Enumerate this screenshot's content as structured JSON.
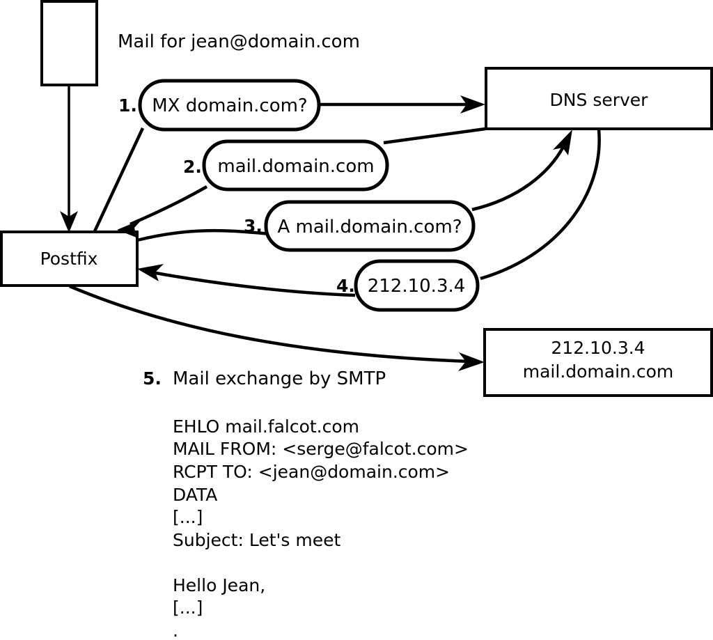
{
  "diagram": {
    "title_note": "Mail for jean@domain.com",
    "nodes": [
      {
        "id": "mail-client",
        "label": ""
      },
      {
        "id": "postfix",
        "label": "Postfix"
      },
      {
        "id": "dns-server",
        "label": "DNS server"
      },
      {
        "id": "remote-mail-server",
        "line1": "212.10.3.4",
        "line2": "mail.domain.com"
      }
    ],
    "steps": [
      {
        "num": "1.",
        "label": "MX domain.com?"
      },
      {
        "num": "2.",
        "label": "mail.domain.com"
      },
      {
        "num": "3.",
        "label": "A mail.domain.com?"
      },
      {
        "num": "4.",
        "label": "212.10.3.4"
      },
      {
        "num": "5.",
        "label": "Mail exchange by SMTP"
      }
    ],
    "smtp_transcript": [
      "EHLO mail.falcot.com",
      "MAIL FROM: <serge@falcot.com>",
      "RCPT TO: <jean@domain.com>",
      "DATA",
      "[...]",
      "Subject: Let's meet",
      "",
      "Hello Jean,",
      "[...]",
      "."
    ],
    "colors": {
      "stroke": "#000000",
      "fill": "#ffffff"
    }
  }
}
